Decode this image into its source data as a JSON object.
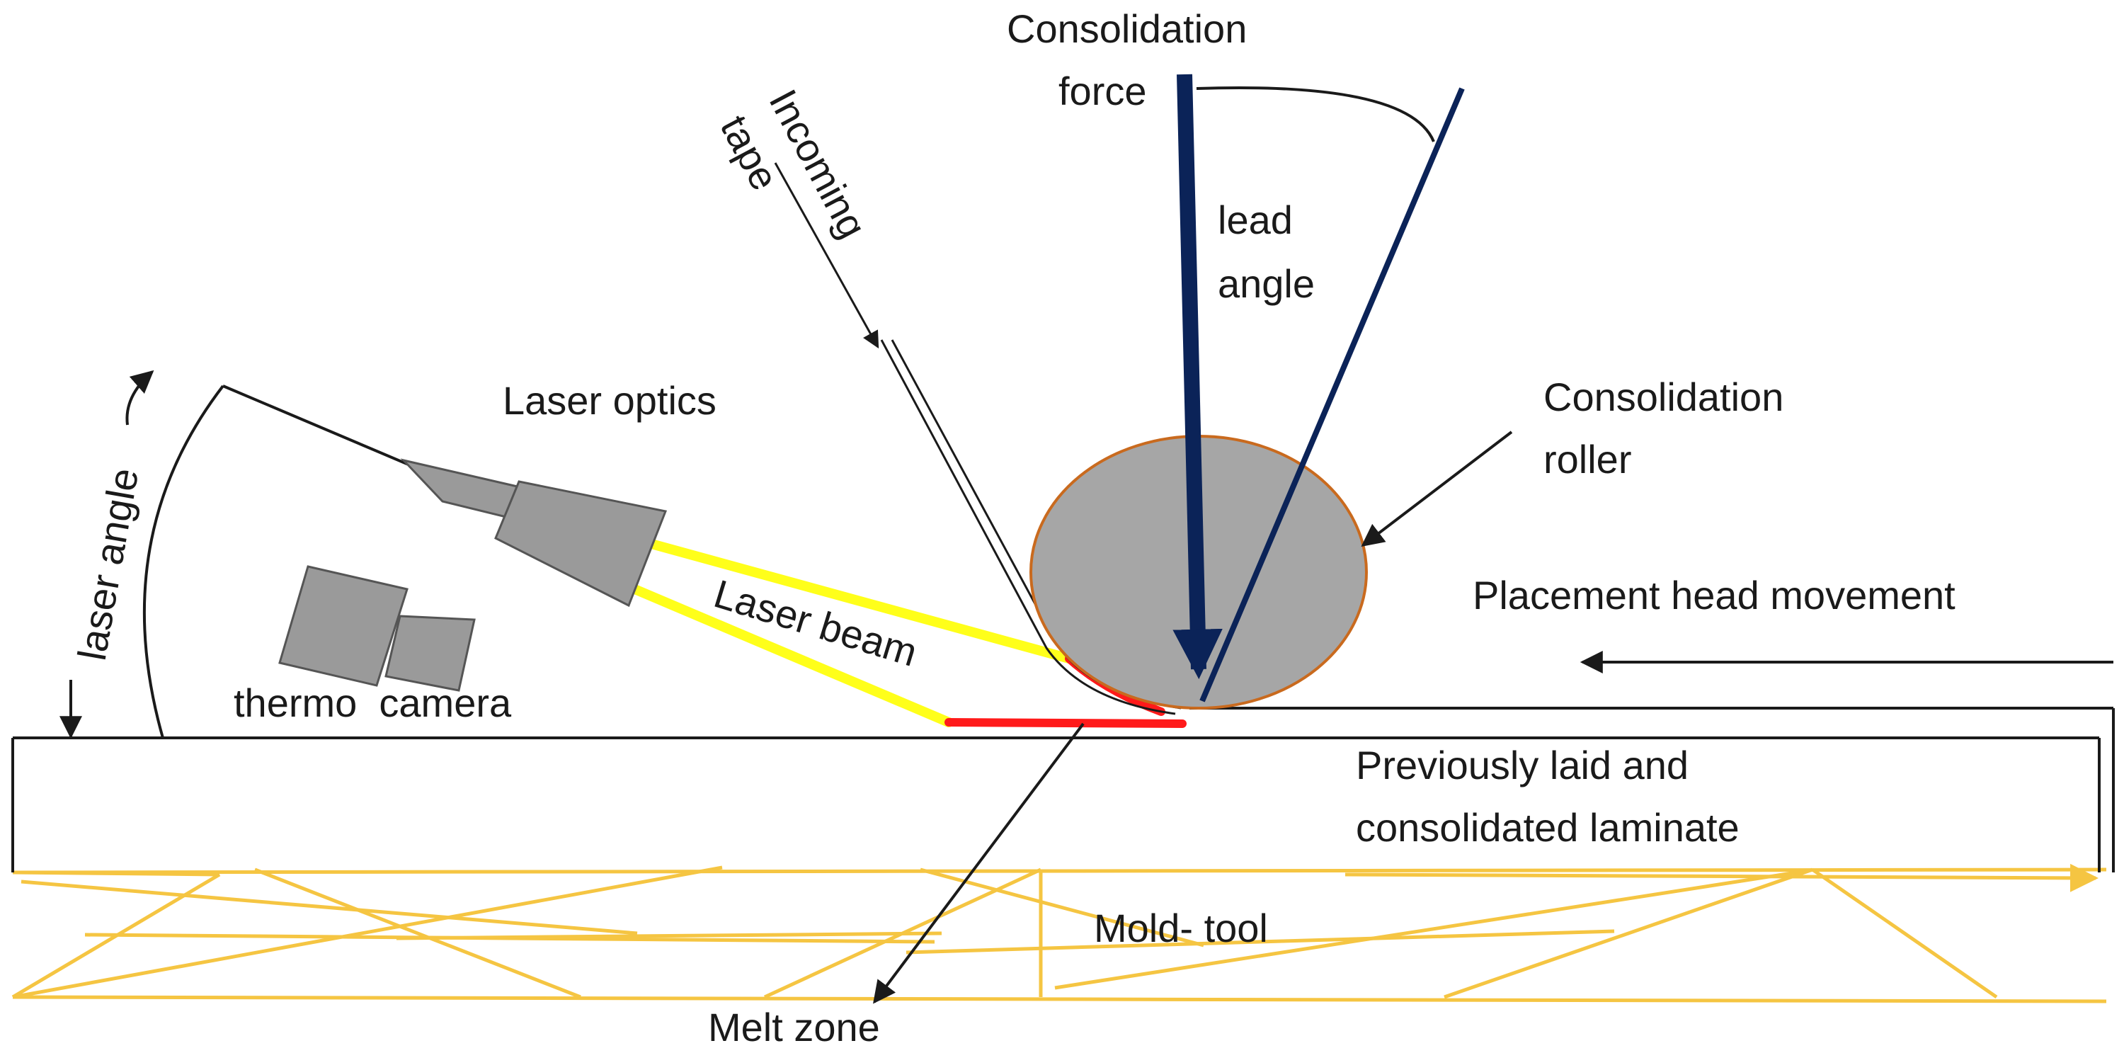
{
  "labels": {
    "consolidation_force_1": "Consolidation",
    "consolidation_force_2": "force",
    "incoming_tape_1": "Incoming",
    "incoming_tape_2": "tape",
    "lead_angle_1": "lead",
    "lead_angle_2": "angle",
    "laser_optics": "Laser optics",
    "consolidation_roller_1": "Consolidation",
    "consolidation_roller_2": "roller",
    "laser_angle": "laser angle",
    "placement_head_movement": "Placement head movement",
    "laser_beam": "Laser beam",
    "thermo_camera": "thermo  camera",
    "laminate_1": "Previously laid and",
    "laminate_2": "consolidated laminate",
    "mold_tool": "Mold- tool",
    "melt_zone": "Melt zone"
  },
  "colors": {
    "force_arrow": "#0b2358",
    "roller_fill": "#a6a6a6",
    "roller_edge": "#c96a1e",
    "laser_beam": "#ffff1a",
    "melt_zone": "#ff1a1a",
    "mold_tool": "#f5c542",
    "equipment": "#9a9a9a",
    "line": "#1a1a1a"
  }
}
